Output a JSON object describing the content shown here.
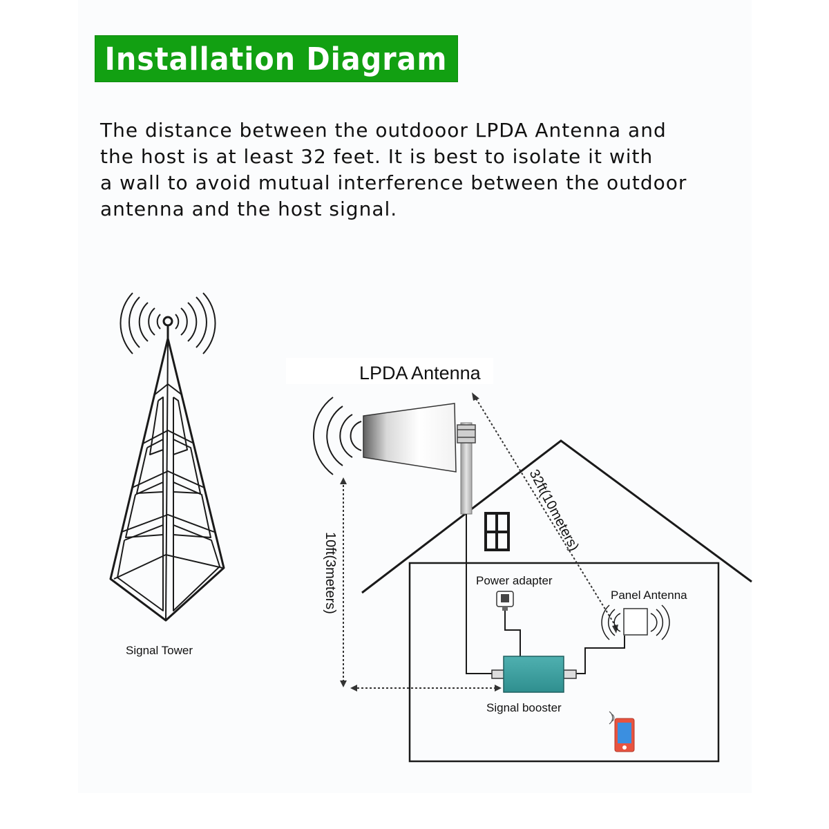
{
  "title": "Installation Diagram",
  "description": [
    "The distance between the outdooor LPDA Antenna and",
    "the host is at least 32 feet. It is best to isolate it with",
    "a wall to avoid mutual interference between the outdoor",
    "antenna and the host signal."
  ],
  "labels": {
    "lpda_antenna": "LPDA Antenna",
    "distance_32ft": "32ft(10meters)",
    "distance_10ft": "10ft(3meters)",
    "power_adapter": "Power adapter",
    "panel_antenna": "Panel Antenna",
    "signal_booster": "Signal booster",
    "signal_tower": "Signal Tower"
  },
  "colors": {
    "title_bg": "#12a012",
    "booster": "#3a9c9c",
    "phone": "#e8533f"
  }
}
